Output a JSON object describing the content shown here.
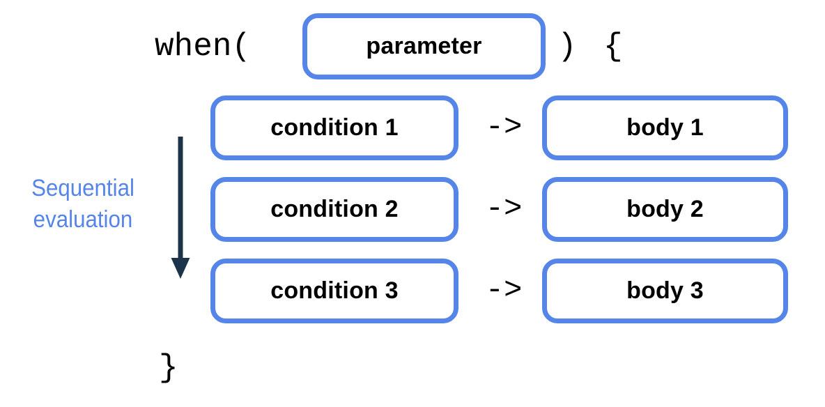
{
  "diagram": {
    "title_code": {
      "when_keyword": "when(",
      "paren_close": ")",
      "brace_open": "{",
      "brace_close": "}"
    },
    "parameter_box": {
      "label": "parameter"
    },
    "branches": [
      {
        "condition": "condition 1",
        "arrow": "->",
        "body": "body 1"
      },
      {
        "condition": "condition 2",
        "arrow": "->",
        "body": "body 2"
      },
      {
        "condition": "condition 3",
        "arrow": "->",
        "body": "body 3"
      }
    ],
    "annotation": {
      "line1": "Sequential",
      "line2": "evaluation"
    },
    "colors": {
      "box_border": "#5585e8",
      "annotation_text": "#5585e8",
      "arrow": "#1c3449",
      "code_text": "#000000",
      "background": "#ffffff"
    }
  }
}
